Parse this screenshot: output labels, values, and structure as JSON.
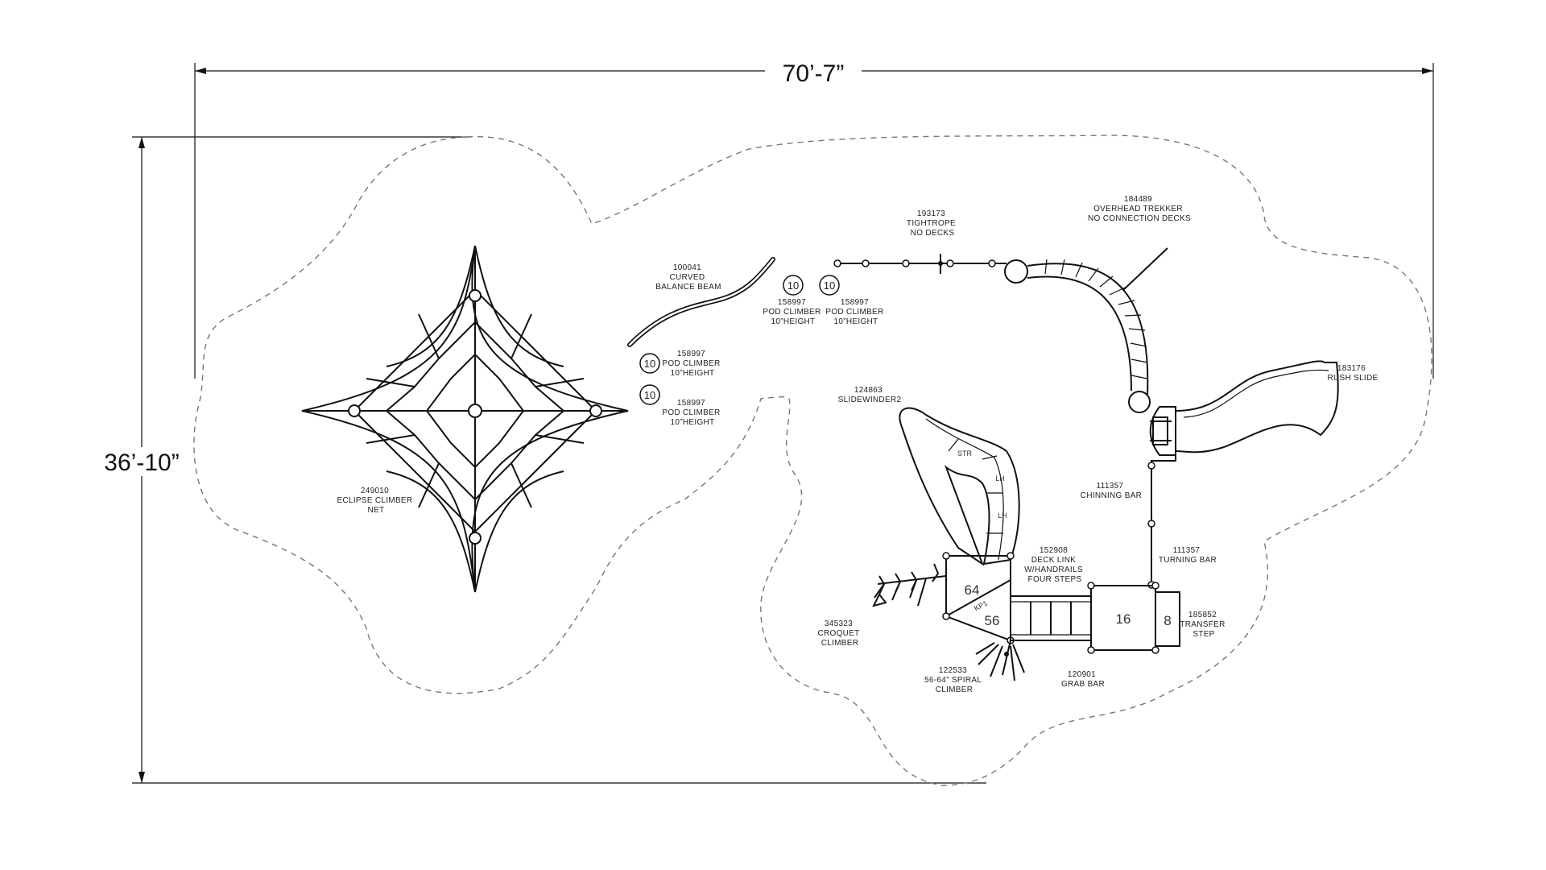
{
  "dimensions": {
    "width": "70’-7”",
    "height": "36’-10”"
  },
  "components": [
    {
      "id": "eclipse",
      "lines": [
        "249010",
        "ECLIPSE CLIMBER",
        "NET"
      ]
    },
    {
      "id": "balance",
      "lines": [
        "100041",
        "CURVED",
        "BALANCE BEAM"
      ]
    },
    {
      "id": "pod1",
      "lines": [
        "158997",
        "POD CLIMBER",
        "10”HEIGHT"
      ]
    },
    {
      "id": "pod2",
      "lines": [
        "158997",
        "POD CLIMBER",
        "10”HEIGHT"
      ]
    },
    {
      "id": "pod3",
      "lines": [
        "158997",
        "POD CLIMBER",
        "10”HEIGHT"
      ]
    },
    {
      "id": "pod4",
      "lines": [
        "158997",
        "POD CLIMBER",
        "10”HEIGHT"
      ]
    },
    {
      "id": "tightrope",
      "lines": [
        "193173",
        "TIGHTROPE",
        "NO DECKS"
      ]
    },
    {
      "id": "trekker",
      "lines": [
        "184489",
        "OVERHEAD TREKKER",
        "NO CONNECTION DECKS"
      ]
    },
    {
      "id": "rush",
      "lines": [
        "183176",
        "RUSH SLIDE"
      ]
    },
    {
      "id": "slidewinder",
      "lines": [
        "124863",
        "SLIDEWINDER2"
      ]
    },
    {
      "id": "chinning",
      "lines": [
        "111357",
        "CHINNING BAR"
      ]
    },
    {
      "id": "turning",
      "lines": [
        "111357",
        "TURNING BAR"
      ]
    },
    {
      "id": "decklink",
      "lines": [
        "152908",
        "DECK LINK",
        "W/HANDRAILS",
        "FOUR STEPS"
      ]
    },
    {
      "id": "transfer",
      "lines": [
        "185852",
        "TRANSFER",
        "STEP"
      ]
    },
    {
      "id": "croquet",
      "lines": [
        "345323",
        "CROQUET",
        "CLIMBER"
      ]
    },
    {
      "id": "spiral",
      "lines": [
        "122533",
        "56-64” SPIRAL",
        "CLIMBER"
      ]
    },
    {
      "id": "grab",
      "lines": [
        "120901",
        "GRAB BAR"
      ]
    }
  ],
  "pod_height_marks": [
    "10",
    "10",
    "10",
    "10"
  ],
  "deck_numbers": [
    "64",
    "56",
    "16",
    "8"
  ],
  "slide_marks": [
    "STR",
    "LH",
    "LH"
  ],
  "deck_tag": "KP1"
}
